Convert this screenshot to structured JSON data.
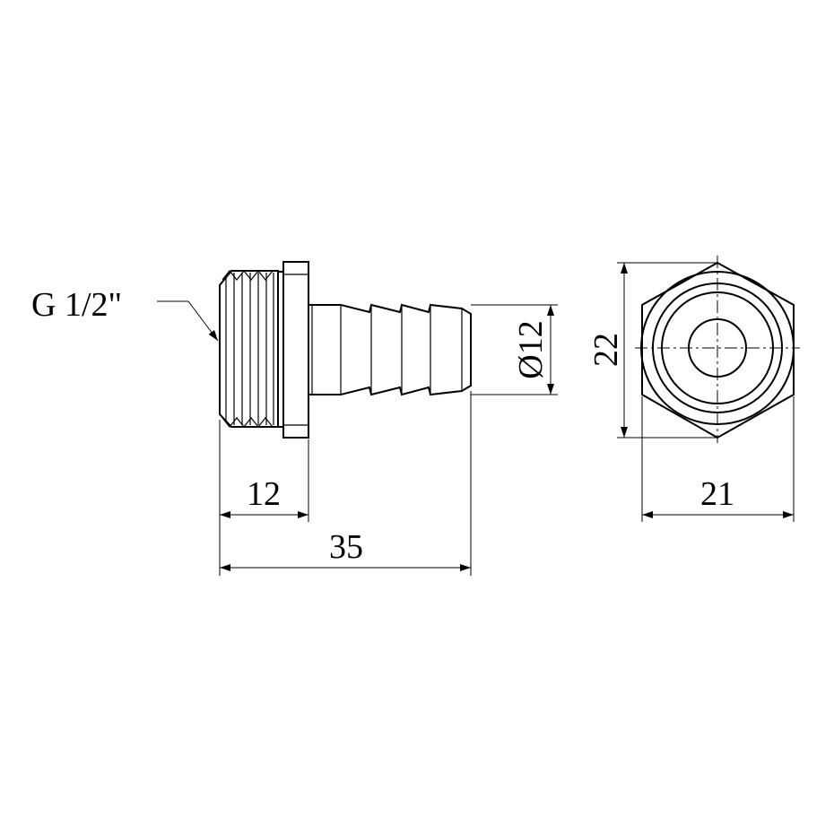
{
  "drawing": {
    "thread_label": "G 1/2\"",
    "dim_thread_length": "12",
    "dim_total_length": "35",
    "dim_barb_diameter": "Ø12",
    "dim_hex_height": "22",
    "dim_hex_width": "21"
  },
  "colors": {
    "line": "#000000",
    "background": "#ffffff"
  }
}
